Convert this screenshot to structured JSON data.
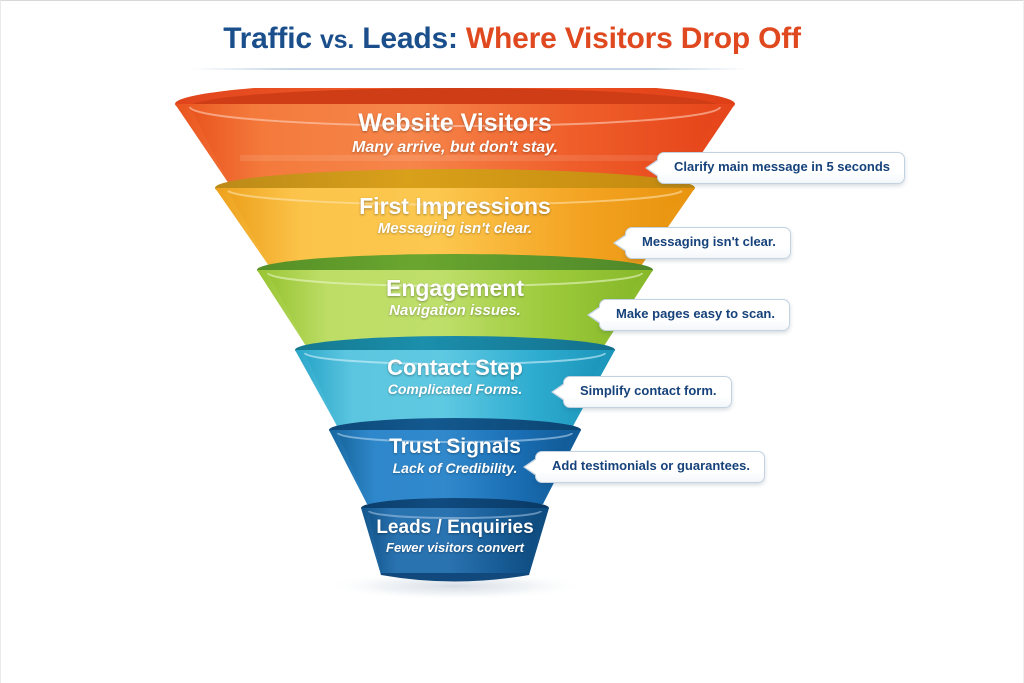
{
  "page": {
    "title_primary": "Traffic",
    "title_connector": "vs.",
    "title_primary2": "Leads:",
    "title_accent": "Where Visitors Drop Off",
    "background_color": "#ffffff"
  },
  "colors": {
    "title_blue": "#1b4f8c",
    "title_orange": "#e0491f",
    "callout_text": "#15427a",
    "callout_bg": "#ffffff",
    "callout_border": "#c3d2e0"
  },
  "chart_data": {
    "type": "funnel",
    "title": "Traffic vs. Leads: Where Visitors Drop Off",
    "stages": [
      {
        "label": "Website Visitors",
        "sublabel": "Many arrive, but don't stay.",
        "callout": "Clarify main message in 5 seconds",
        "color": "#ef5a2a",
        "color_light": "#f5823f",
        "color_dark": "#d1401c",
        "rim_color": "#e8491f",
        "width_top": 560,
        "width_bottom": 452,
        "relative_value": 100
      },
      {
        "label": "First Impressions",
        "sublabel": "Messaging isn't clear.",
        "callout": "Messaging isn't clear.",
        "color": "#f5a623",
        "color_light": "#fbc24a",
        "color_dark": "#d98c10",
        "rim_color": "#c08a15",
        "width_top": 480,
        "width_bottom": 372,
        "relative_value": 78
      },
      {
        "label": "Engagement",
        "sublabel": "Navigation issues.",
        "callout": "Make pages easy to scan.",
        "color": "#a4d13e",
        "color_light": "#bbdd63",
        "color_dark": "#7fb62c",
        "rim_color": "#5d9a2c",
        "width_top": 396,
        "width_bottom": 298,
        "relative_value": 58
      },
      {
        "label": "Contact Step",
        "sublabel": "Complicated Forms.",
        "callout": "Simplify contact form.",
        "color": "#2eaed0",
        "color_light": "#57c3de",
        "color_dark": "#1e93b6",
        "rim_color": "#1a7fa0",
        "width_top": 320,
        "width_bottom": 236,
        "relative_value": 42
      },
      {
        "label": "Trust Signals",
        "sublabel": "Lack of Credibility.",
        "callout": "Add testimonials or guarantees.",
        "color": "#1a6fb5",
        "color_light": "#2f87cc",
        "color_dark": "#12598f",
        "rim_color": "#0f4c7d",
        "width_top": 252,
        "width_bottom": 176,
        "relative_value": 28
      },
      {
        "label": "Leads / Enquiries",
        "sublabel": "Fewer visitors convert",
        "callout": null,
        "color": "#1a5a96",
        "color_light": "#2c72b0",
        "color_dark": "#11497c",
        "rim_color": "#0d3f6b",
        "width_top": 188,
        "width_bottom": 148,
        "relative_value": 16
      }
    ],
    "xlabel": "",
    "ylabel": "",
    "legend": [],
    "annotation_style": "right-side speech bubbles"
  }
}
